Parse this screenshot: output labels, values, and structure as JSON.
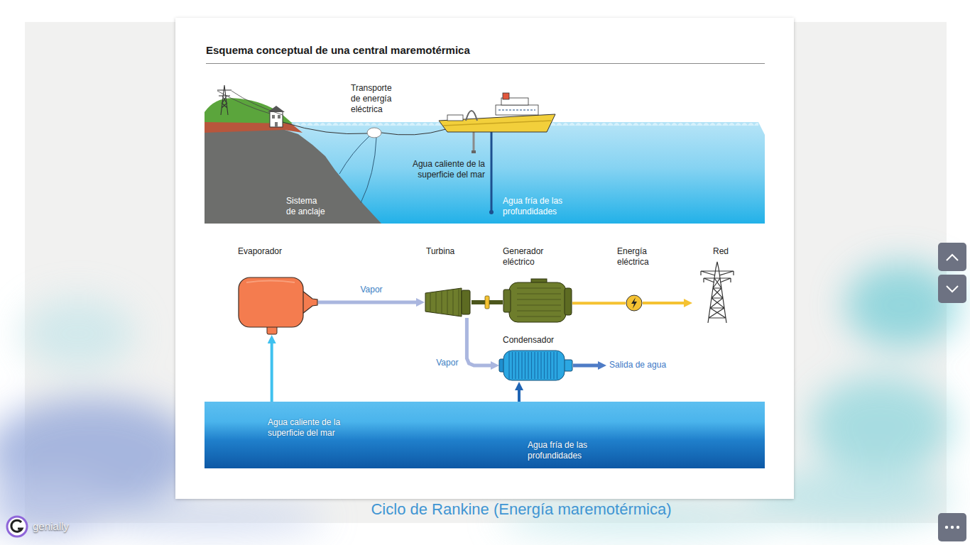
{
  "diagram": {
    "title": "Esquema conceptual de una central maremotérmica",
    "caption": "Ciclo de Rankine (Energía maremotérmica)",
    "nodes": [
      {
        "text": [
          "Evaporador"
        ]
      },
      {
        "text": [
          "Turbina"
        ]
      },
      {
        "text": [
          "Generador eléctrico"
        ]
      },
      {
        "text": [
          "Energía eléctrica"
        ]
      },
      {
        "text": [
          "Red"
        ]
      },
      {
        "text": [
          "Condensador"
        ]
      },
      {
        "text": [
          "Salida de agua"
        ]
      },
      {
        "text": [
          "Agua caliente de la superficie del mar",
          "Agua fría de las profundidades"
        ]
      }
    ],
    "edges": [
      {
        "from": 0,
        "to": 1,
        "label": "Vapor",
        "arrow": "to"
      },
      {
        "from": 1,
        "to": 5,
        "label": "Vapor",
        "arrow": "to"
      },
      {
        "from": 1,
        "to": 2,
        "arrow": "none"
      },
      {
        "from": 2,
        "to": 3,
        "arrow": "none"
      },
      {
        "from": 3,
        "to": 4,
        "arrow": "to"
      },
      {
        "from": 5,
        "to": 6,
        "arrow": "to"
      },
      {
        "from": 7,
        "to": 0,
        "arrow": "to"
      },
      {
        "from": 7,
        "to": 5,
        "arrow": "to"
      }
    ],
    "labels": [
      "Transporte de energía eléctrica",
      "Agua caliente de la superficie del mar",
      "Agua fría de las profundidades",
      "Sistema de anclaje",
      "genially"
    ]
  }
}
